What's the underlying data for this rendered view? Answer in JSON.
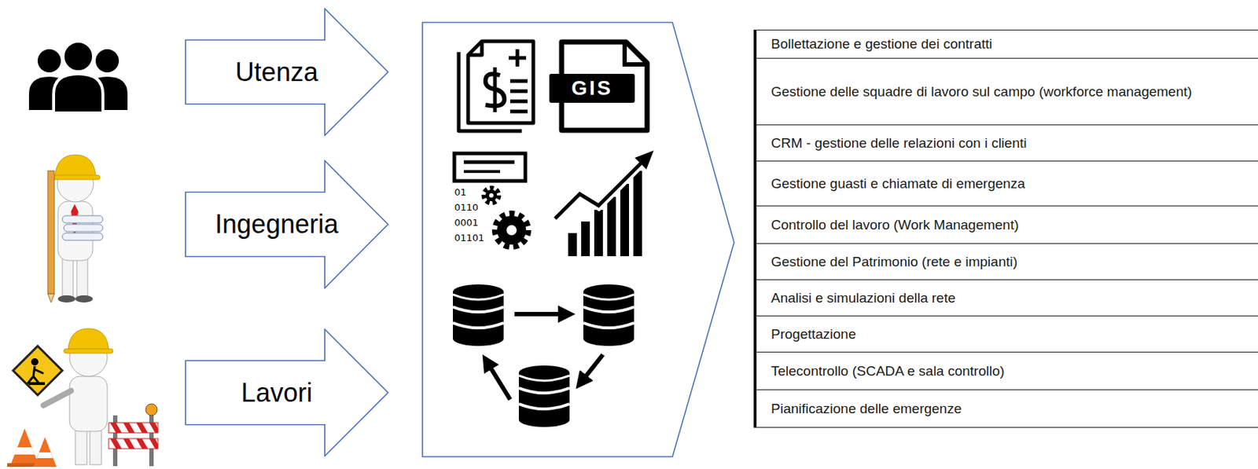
{
  "diagram": {
    "nodes": [
      {
        "text": [
          "Utenza"
        ]
      },
      {
        "text": [
          "Ingegneria"
        ]
      },
      {
        "text": [
          "Lavori"
        ]
      }
    ],
    "labels": [
      "GIS",
      "01",
      "0110",
      "0001",
      "01101",
      "Bollettazione e gestione dei contratti",
      "Gestione delle squadre di lavoro sul campo (workforce management)",
      "CRM - gestione delle relazioni con i clienti",
      "Gestione guasti e chiamate di emergenza",
      "Controllo del lavoro (Work Management)",
      "Gestione del  Patrimonio (rete e impianti)",
      "Analisi e simulazioni della rete",
      "Progettazione",
      "Telecontrollo (SCADA e sala controllo)",
      "Pianificazione delle emergenze"
    ]
  }
}
